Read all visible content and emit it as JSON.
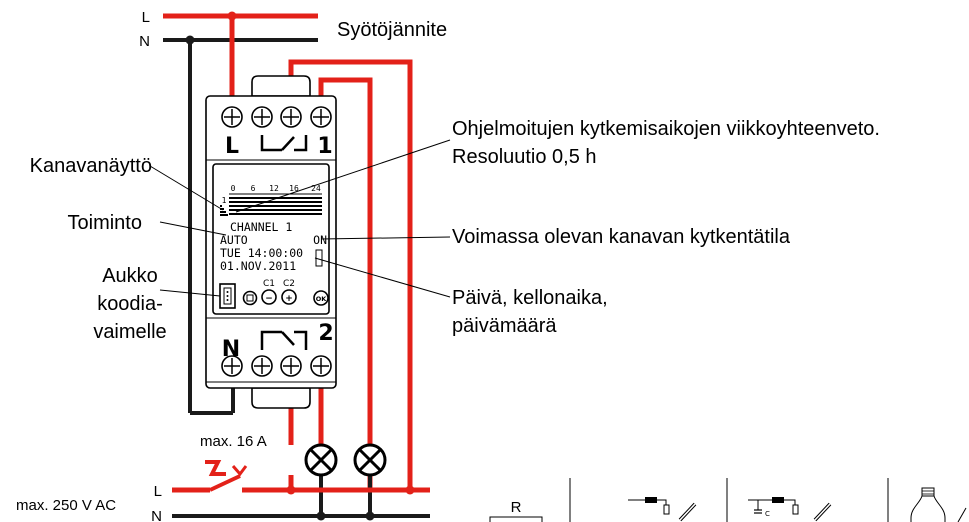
{
  "supply": {
    "l": "L",
    "n": "N",
    "label": "Syötöjännite"
  },
  "bottom_supply": {
    "l": "L",
    "n": "N"
  },
  "max_voltage": "max. 250 V AC",
  "max_current": "max. 16 A",
  "terminals": {
    "top_l": "L",
    "top_1": "1",
    "bottom_n": "N",
    "bottom_2": "2"
  },
  "lcd": {
    "scale": [
      "0",
      "6",
      "12",
      "16",
      "24"
    ],
    "channel_marker": "1",
    "line1": "CHANNEL 1",
    "mode": "AUTO",
    "state": "ON",
    "time": "TUE 14:00:00",
    "date": "01.NOV.2011"
  },
  "buttons": {
    "c1": "C1",
    "c2": "C2",
    "minus": "−",
    "plus": "+",
    "ok": "OK"
  },
  "labels": {
    "summary_1": "Ohjelmoitujen kytkemisaikojen viikkoyhteenveto.",
    "summary_2": "Resoluutio 0,5 h",
    "channel_display": "Kanavanäyttö",
    "function": "Toiminto",
    "slot_1": "Aukko",
    "slot_2": "koodia-",
    "slot_3": "vaimelle",
    "switch_state": "Voimassa olevan kanavan kytkentätila",
    "date_time_1": "Päivä, kellonaika,",
    "date_time_2": "päivämäärä"
  },
  "load_strip": {
    "resistor": "R",
    "capacitor": "C"
  },
  "colors": {
    "phase_wire": "#e32119",
    "neutral_wire": "#1a1a1a"
  },
  "icons": [
    "lamp-icon",
    "switch-icon",
    "resistor-icon",
    "fluorescent-lamp-icon",
    "incandescent-bulb-icon"
  ]
}
